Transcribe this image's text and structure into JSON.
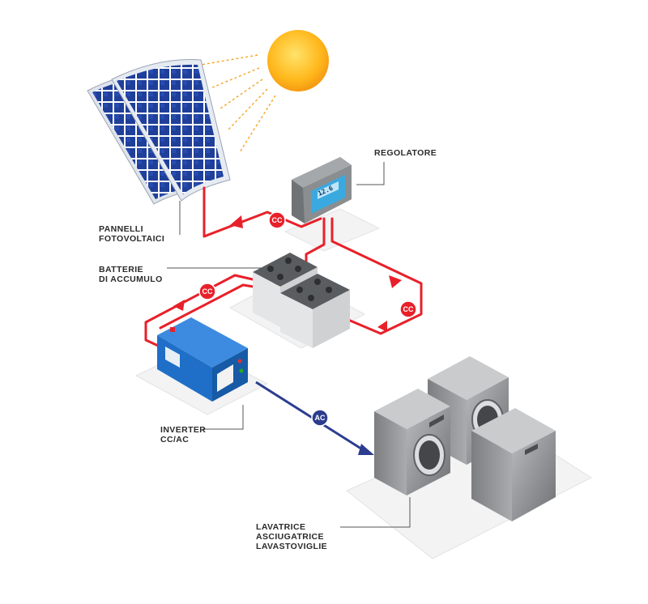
{
  "labels": {
    "panels_line1": "PANNELLI",
    "panels_line2": "FOTOVOLTAICI",
    "regulator": "REGOLATORE",
    "batteries_line1": "BATTERIE",
    "batteries_line2": "DI ACCUMULO",
    "inverter_line1": "INVERTER",
    "inverter_line2": "CC/AC",
    "appliances_line1": "LAVATRICE",
    "appliances_line2": "ASCIUGATRICE",
    "appliances_line3": "LAVASTOVIGLIE"
  },
  "badges": {
    "cc": "CC",
    "ac": "AC"
  },
  "regulator_display": "12.6",
  "colors": {
    "dc_wire": "#e8202a",
    "ac_wire": "#2c3d8f",
    "sun": "#ffc21a",
    "panel_cell": "#1f3f9a",
    "inverter": "#1f6fc8",
    "regulator_screen": "#3aa9e0",
    "appliance": "#8a8c8f"
  }
}
